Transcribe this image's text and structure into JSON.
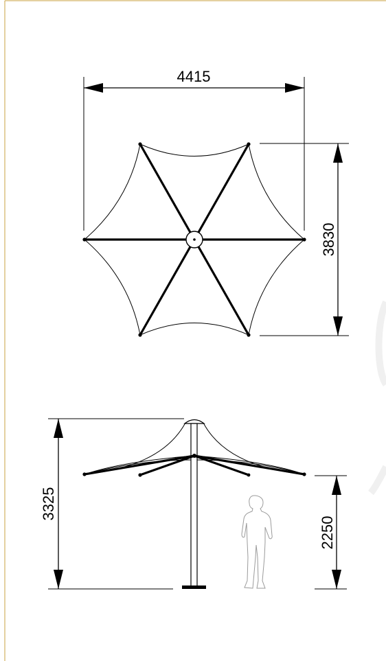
{
  "drawing": {
    "top_view": {
      "width_dimension": "4415",
      "depth_dimension": "3830"
    },
    "side_view": {
      "total_height_dimension": "3325",
      "clearance_height_dimension": "2250"
    },
    "colors": {
      "border": "#c8a040",
      "line": "#000000",
      "figure": "#9a9a9a"
    }
  }
}
